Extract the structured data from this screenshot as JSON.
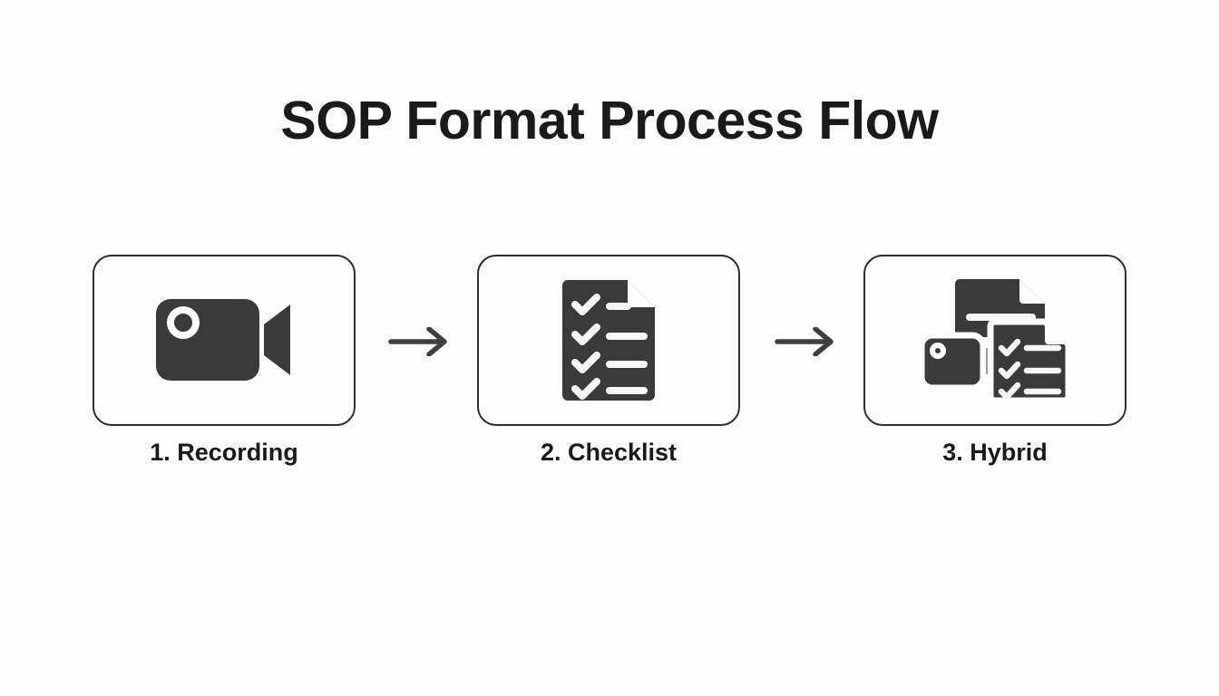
{
  "page": {
    "title": "SOP Format Process Flow",
    "background_color": "#fcfcfc",
    "text_color": "#1a1a1a",
    "icon_color": "#3a3a3a",
    "border_color": "#2f2f2f",
    "arrow_color": "#3f3f3f"
  },
  "diagram": {
    "type": "process-flow",
    "orientation": "horizontal",
    "step_count": 3,
    "connector_count": 2,
    "steps": [
      {
        "index": 1,
        "label": "1. Recording",
        "icon": "video-camera-icon"
      },
      {
        "index": 2,
        "label": "2. Checklist",
        "icon": "checklist-document-icon"
      },
      {
        "index": 3,
        "label": "3. Hybrid",
        "icon": "hybrid-document-camera-checklist-icon"
      }
    ],
    "connectors": [
      {
        "index": 1,
        "icon": "arrow-right-icon",
        "from": "1. Recording",
        "to": "2. Checklist"
      },
      {
        "index": 2,
        "icon": "arrow-right-icon",
        "from": "2. Checklist",
        "to": "3. Hybrid"
      }
    ]
  }
}
